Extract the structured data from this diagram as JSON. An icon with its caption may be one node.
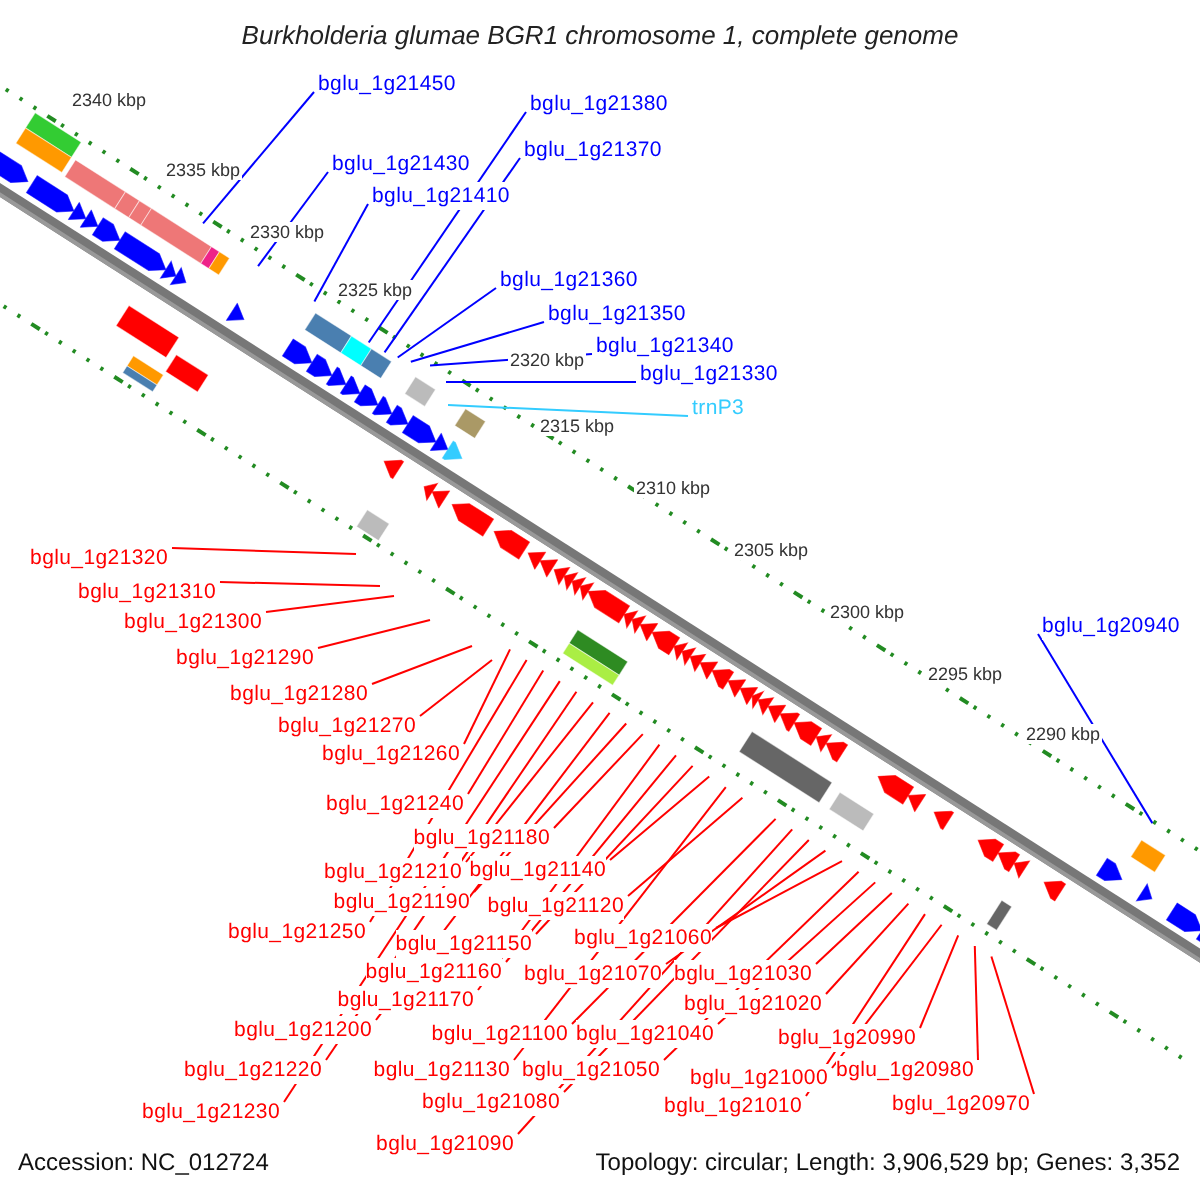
{
  "diagram": {
    "title": "Burkholderia glumae BGR1 chromosome 1, complete genome",
    "nodes": [
      {
        "text": [
          "bglu_1g21450"
        ]
      },
      {
        "text": [
          "bglu_1g21430"
        ]
      },
      {
        "text": [
          "bglu_1g21410"
        ]
      },
      {
        "text": [
          "bglu_1g21380"
        ]
      },
      {
        "text": [
          "bglu_1g21370"
        ]
      },
      {
        "text": [
          "bglu_1g21360"
        ]
      },
      {
        "text": [
          "bglu_1g21350"
        ]
      },
      {
        "text": [
          "bglu_1g21340"
        ]
      },
      {
        "text": [
          "bglu_1g21330"
        ]
      },
      {
        "text": [
          "trnP3"
        ]
      },
      {
        "text": [
          "bglu_1g20940"
        ]
      },
      {
        "text": [
          "bglu_1g21320"
        ]
      },
      {
        "text": [
          "bglu_1g21310"
        ]
      },
      {
        "text": [
          "bglu_1g21300"
        ]
      },
      {
        "text": [
          "bglu_1g21290"
        ]
      },
      {
        "text": [
          "bglu_1g21280"
        ]
      },
      {
        "text": [
          "bglu_1g21270"
        ]
      },
      {
        "text": [
          "bglu_1g21260"
        ]
      },
      {
        "text": [
          "bglu_1g21240"
        ]
      },
      {
        "text": [
          "bglu_1g21180"
        ]
      },
      {
        "text": [
          "bglu_1g21210"
        ]
      },
      {
        "text": [
          "bglu_1g21140"
        ]
      },
      {
        "text": [
          "bglu_1g21190"
        ]
      },
      {
        "text": [
          "bglu_1g21120"
        ]
      },
      {
        "text": [
          "bglu_1g21250"
        ]
      },
      {
        "text": [
          "bglu_1g21150"
        ]
      },
      {
        "text": [
          "bglu_1g21060"
        ]
      },
      {
        "text": [
          "bglu_1g21160"
        ]
      },
      {
        "text": [
          "bglu_1g21070"
        ]
      },
      {
        "text": [
          "bglu_1g21030"
        ]
      },
      {
        "text": [
          "bglu_1g21170"
        ]
      },
      {
        "text": [
          "bglu_1g21020"
        ]
      },
      {
        "text": [
          "bglu_1g21200"
        ]
      },
      {
        "text": [
          "bglu_1g21100"
        ]
      },
      {
        "text": [
          "bglu_1g21040"
        ]
      },
      {
        "text": [
          "bglu_1g20990"
        ]
      },
      {
        "text": [
          "bglu_1g21220"
        ]
      },
      {
        "text": [
          "bglu_1g21130"
        ]
      },
      {
        "text": [
          "bglu_1g21050"
        ]
      },
      {
        "text": [
          "bglu_1g21000"
        ]
      },
      {
        "text": [
          "bglu_1g20980"
        ]
      },
      {
        "text": [
          "bglu_1g21230"
        ]
      },
      {
        "text": [
          "bglu_1g21080"
        ]
      },
      {
        "text": [
          "bglu_1g20970"
        ]
      },
      {
        "text": [
          "bglu_1g21010"
        ]
      },
      {
        "text": [
          "bglu_1g21090"
        ]
      }
    ],
    "edges": [
      {
        "from": 0,
        "to": null,
        "arrow": "none",
        "color": "#0000ff"
      },
      {
        "from": 1,
        "to": null,
        "arrow": "none",
        "color": "#0000ff"
      },
      {
        "from": 2,
        "to": null,
        "arrow": "none",
        "color": "#0000ff"
      },
      {
        "from": 3,
        "to": null,
        "arrow": "none",
        "color": "#0000ff"
      },
      {
        "from": 4,
        "to": null,
        "arrow": "none",
        "color": "#0000ff"
      },
      {
        "from": 5,
        "to": null,
        "arrow": "none",
        "color": "#0000ff"
      },
      {
        "from": 6,
        "to": null,
        "arrow": "none",
        "color": "#0000ff"
      },
      {
        "from": 7,
        "to": null,
        "arrow": "none",
        "color": "#0000ff"
      },
      {
        "from": 8,
        "to": null,
        "arrow": "none",
        "color": "#0000ff"
      },
      {
        "from": 9,
        "to": null,
        "arrow": "none",
        "color": "#33ccff"
      },
      {
        "from": 10,
        "to": null,
        "arrow": "none",
        "color": "#0000ff"
      },
      {
        "from": 11,
        "to": null,
        "arrow": "none"
      },
      {
        "from": 12,
        "to": null,
        "arrow": "none"
      },
      {
        "from": 13,
        "to": null,
        "arrow": "none"
      },
      {
        "from": 14,
        "to": null,
        "arrow": "none"
      },
      {
        "from": 15,
        "to": null,
        "arrow": "none"
      },
      {
        "from": 16,
        "to": null,
        "arrow": "none"
      },
      {
        "from": 17,
        "to": null,
        "arrow": "none"
      },
      {
        "from": 18,
        "to": null,
        "arrow": "none"
      },
      {
        "from": 19,
        "to": null,
        "arrow": "none"
      },
      {
        "from": 20,
        "to": null,
        "arrow": "none"
      },
      {
        "from": 21,
        "to": null,
        "arrow": "none"
      },
      {
        "from": 22,
        "to": null,
        "arrow": "none"
      },
      {
        "from": 23,
        "to": null,
        "arrow": "none"
      },
      {
        "from": 24,
        "to": null,
        "arrow": "none"
      },
      {
        "from": 25,
        "to": null,
        "arrow": "none"
      },
      {
        "from": 26,
        "to": null,
        "arrow": "none"
      },
      {
        "from": 27,
        "to": null,
        "arrow": "none"
      },
      {
        "from": 28,
        "to": null,
        "arrow": "none"
      },
      {
        "from": 29,
        "to": null,
        "arrow": "none"
      },
      {
        "from": 30,
        "to": null,
        "arrow": "none"
      },
      {
        "from": 31,
        "to": null,
        "arrow": "none"
      },
      {
        "from": 32,
        "to": null,
        "arrow": "none"
      },
      {
        "from": 33,
        "to": null,
        "arrow": "none"
      },
      {
        "from": 34,
        "to": null,
        "arrow": "none"
      },
      {
        "from": 35,
        "to": null,
        "arrow": "none"
      },
      {
        "from": 36,
        "to": null,
        "arrow": "none"
      },
      {
        "from": 37,
        "to": null,
        "arrow": "none"
      },
      {
        "from": 38,
        "to": null,
        "arrow": "none"
      },
      {
        "from": 39,
        "to": null,
        "arrow": "none"
      },
      {
        "from": 40,
        "to": null,
        "arrow": "none"
      },
      {
        "from": 41,
        "to": null,
        "arrow": "none"
      },
      {
        "from": 42,
        "to": null,
        "arrow": "none"
      },
      {
        "from": 43,
        "to": null,
        "arrow": "none"
      },
      {
        "from": 44,
        "to": null,
        "arrow": "none"
      },
      {
        "from": 45,
        "to": null,
        "arrow": "none"
      }
    ],
    "labels": [
      "2340 kbp",
      "2335 kbp",
      "2330 kbp",
      "2325 kbp",
      "2320 kbp",
      "2315 kbp",
      "2310 kbp",
      "2305 kbp",
      "2300 kbp",
      "2295 kbp",
      "2290 kbp",
      "Accession: NC_012724",
      "Topology: circular; Length: 3,906,529 bp; Genes: 3,352"
    ]
  }
}
